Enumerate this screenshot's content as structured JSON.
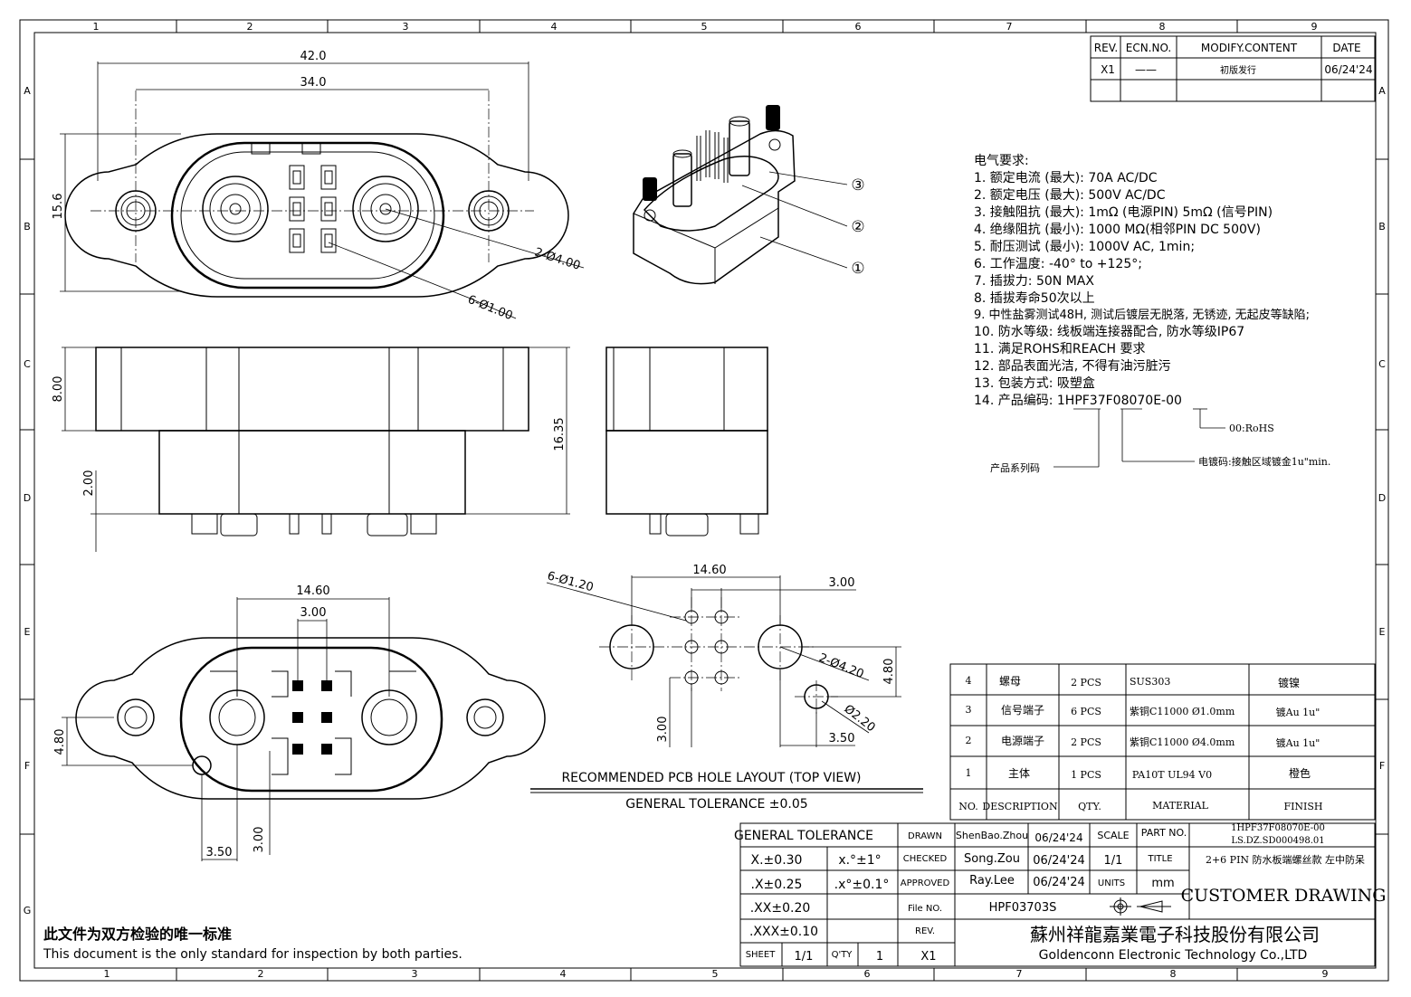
{
  "border": {
    "cols_top": [
      "1",
      "2",
      "3",
      "4",
      "5",
      "6",
      "7",
      "8",
      "9"
    ],
    "cols_bottom": [
      "1",
      "2",
      "3",
      "4",
      "5",
      "6",
      "7",
      "8",
      "9"
    ],
    "rows": [
      "A",
      "B",
      "C",
      "D",
      "E",
      "F",
      "G"
    ]
  },
  "revision_table": {
    "headers": [
      "REV.",
      "ECN.NO.",
      "MODIFY.CONTENT",
      "DATE"
    ],
    "rows": [
      [
        "X1",
        "——",
        "初版发行",
        "06/24'24"
      ]
    ]
  },
  "front_view": {
    "dim_42": "42.0",
    "dim_34": "34.0",
    "dim_15_6": "15.6",
    "label_pin4": "2-Ø4.00",
    "label_pin1": "6-Ø1.00"
  },
  "side_view": {
    "dim_8": "8.00",
    "dim_16_35": "16.35",
    "dim_2": "2.00"
  },
  "iso_callouts": [
    "③",
    "②",
    "①"
  ],
  "bottom_view": {
    "dim_14_6": "14.60",
    "dim_3": "3.00",
    "dim_4_8": "4.80",
    "dim_3_50": "3.50",
    "dim_3_00_v": "3.00"
  },
  "pcb_layout": {
    "label_holes": "6-Ø1.20",
    "dim_14_6": "14.60",
    "dim_3": "3.00",
    "label_big": "2-Ø4.20",
    "dim_4_8": "4.80",
    "dim_3_00_v": "3.00",
    "label_small": "Ø2.20",
    "dim_3_5": "3.50",
    "title": "RECOMMENDED PCB HOLE LAYOUT (TOP VIEW)",
    "tolerance": "GENERAL TOLERANCE ±0.05"
  },
  "requirements": {
    "heading": "电气要求:",
    "items": [
      "1. 额定电流 (最大): 70A AC/DC",
      "2. 额定电压 (最大): 500V AC/DC",
      "3. 接触阻抗 (最大): 1mΩ (电源PIN) 5mΩ (信号PIN)",
      "4. 绝缘阻抗 (最小): 1000 MΩ(相邻PIN DC 500V)",
      "5. 耐压测试 (最小): 1000V AC, 1min;",
      "6. 工作温度: -40° to +125°;",
      "7. 插拔力: 50N MAX",
      "8. 插拔寿命50次以上",
      "9. 中性盐雾测试48H, 测试后镀层无脱落, 无锈迹, 无起皮等缺陷;",
      "10. 防水等级: 线板端连接器配合, 防水等级IP67",
      "11. 满足ROHS和REACH 要求",
      "12. 部品表面光洁, 不得有油污脏污",
      "13. 包装方式: 吸塑盒",
      "14. 产品编码: 1HPF37F08070E-00"
    ],
    "code_rohs": "00:RoHS",
    "code_plating": "电镀码:接触区域镀金1u\"min.",
    "code_series": "产品系列码"
  },
  "bom": {
    "headers": [
      "NO.",
      "DESCRIPTION",
      "QTY.",
      "MATERIAL",
      "FINISH"
    ],
    "rows": [
      [
        "4",
        "螺母",
        "2 PCS",
        "SUS303",
        "镀镍"
      ],
      [
        "3",
        "信号端子",
        "6 PCS",
        "紫铜C11000 Ø1.0mm",
        "镀Au 1u\""
      ],
      [
        "2",
        "电源端子",
        "2 PCS",
        "紫铜C11000 Ø4.0mm",
        "镀Au 1u\""
      ],
      [
        "1",
        "主体",
        "1 PCS",
        "PA10T UL94 V0",
        "橙色"
      ]
    ]
  },
  "title_block": {
    "general_tolerance": "GENERAL TOLERANCE",
    "tol": [
      "X.±0.30",
      ".X±0.25",
      ".XX±0.20",
      ".XXX±0.10"
    ],
    "ang": [
      "x.°±1°",
      ".x°±0.1°"
    ],
    "drawn_label": "DRAWN",
    "drawn_name": "ShenBao.Zhou",
    "drawn_date": "06/24'24",
    "checked_label": "CHECKED",
    "checked_name": "Song.Zou",
    "checked_date": "06/24'24",
    "approved_label": "APPROVED",
    "approved_name": "Ray.Lee",
    "approved_date": "06/24'24",
    "scale_label": "SCALE",
    "scale_value": "1/1",
    "units_label": "UNITS",
    "units_value": "mm",
    "partno_label": "PART NO.",
    "partno_value1": "1HPF37F08070E-00",
    "partno_value2": "LS.DZ.SD000498.01",
    "title_label": "TITLE",
    "title_value": "2+6 PIN 防水板端螺丝款 左中防呆",
    "fileno_label": "File NO.",
    "fileno_value": "HPF03703S",
    "rev_label": "REV.",
    "rev_value": "X1",
    "sheet_label": "SHEET",
    "sheet_value": "1/1",
    "qty_label": "Q'TY",
    "qty_value": "1",
    "customer_drawing": "CUSTOMER DRAWING",
    "company_cn": "蘇州祥龍嘉業電子科技股份有限公司",
    "company_en": "Goldenconn Electronic Technology Co.,LTD"
  },
  "footer": {
    "note_cn": "此文件为双方检验的唯一标准",
    "note_en": "This document is the only standard for inspection by both parties."
  }
}
